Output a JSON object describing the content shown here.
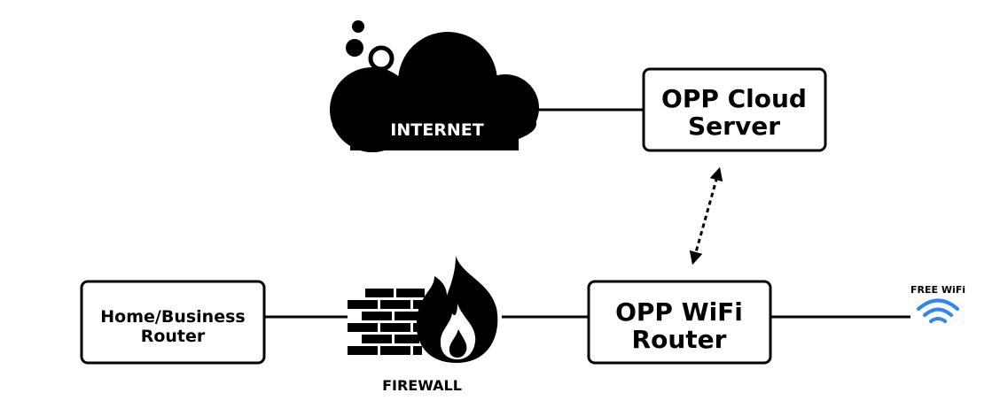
{
  "diagram": {
    "internet": {
      "label": "INTERNET"
    },
    "cloud_server": {
      "line1": "OPP Cloud",
      "line2": "Server"
    },
    "home_router": {
      "line1": "Home/Business",
      "line2": "Router"
    },
    "firewall": {
      "label": "FIREWALL"
    },
    "wifi_router": {
      "line1": "OPP WiFi",
      "line2": "Router"
    },
    "free_wifi": {
      "label": "FREE WiFi"
    }
  },
  "colors": {
    "stroke": "#000000",
    "fill_dark": "#000000",
    "wifi_blue": "#2e86f0",
    "background": "#ffffff"
  }
}
